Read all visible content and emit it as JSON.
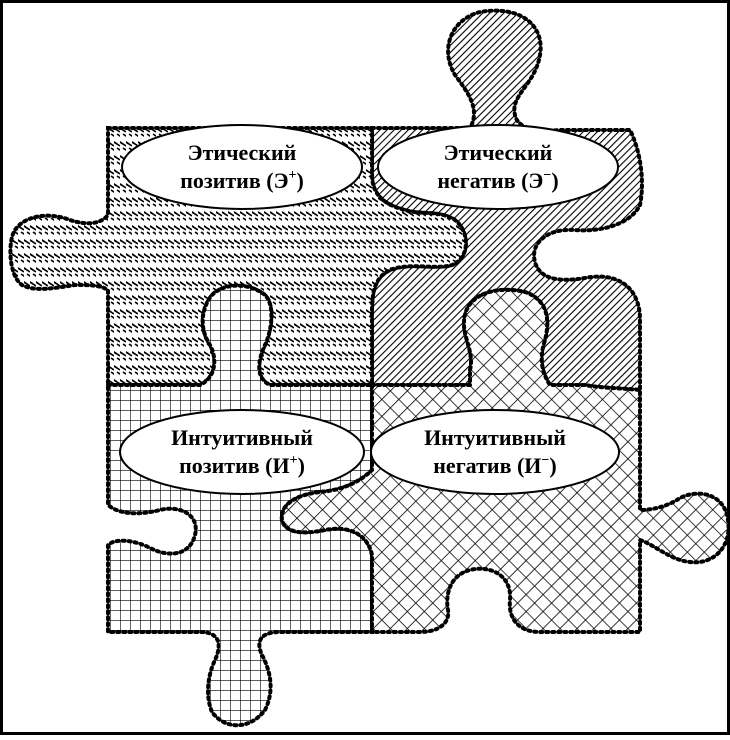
{
  "diagram": {
    "pieces": [
      {
        "id": "ethical-positive",
        "line1": "Этический",
        "line2_prefix": "позитив (Э",
        "sign": "+",
        "line2_suffix": ")",
        "pattern": "diagonal-dense-stripes"
      },
      {
        "id": "ethical-negative",
        "line1": "Этический",
        "line2_prefix": "негатив (Э",
        "sign": "−",
        "line2_suffix": ")",
        "pattern": "diagonal-hatch"
      },
      {
        "id": "intuitive-positive",
        "line1": "Интуитивный",
        "line2_prefix": "позитив (И",
        "sign": "+",
        "line2_suffix": ")",
        "pattern": "square-grid"
      },
      {
        "id": "intuitive-negative",
        "line1": "Интуитивный",
        "line2_prefix": "негатив (И",
        "sign": "−",
        "line2_suffix": ")",
        "pattern": "crosshatch"
      }
    ]
  }
}
